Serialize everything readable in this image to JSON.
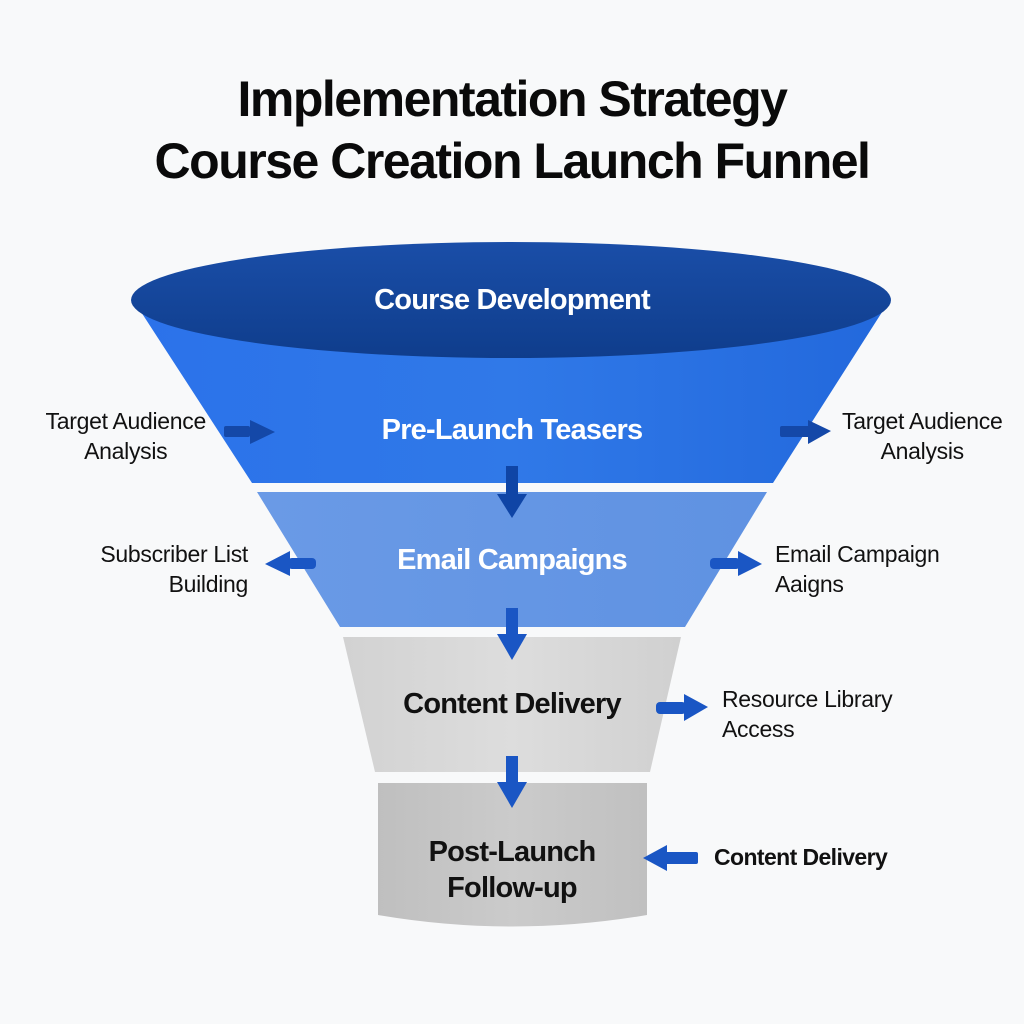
{
  "title": {
    "line1": "Implementation Strategy",
    "line2": "Course Creation Launch Funnel"
  },
  "colors": {
    "top_ellipse": "#15479f",
    "stage1": "#2a6fe4",
    "stage2": "#6b9be6",
    "stage3": "#d5d5d5",
    "stage4": "#c5c5c5",
    "arrow": "#1450b8"
  },
  "stages": [
    {
      "label": "Course Development"
    },
    {
      "label": "Pre-Launch Teasers"
    },
    {
      "label": "Email Campaigns"
    },
    {
      "label": "Content Delivery"
    },
    {
      "label": "Post-Launch Follow-up"
    }
  ],
  "side_labels": {
    "pre_launch_left": {
      "line1": "Target Audience",
      "line2": "Analysis",
      "arrow": "arrow-right-icon"
    },
    "pre_launch_right": {
      "line1": "Target Audience",
      "line2": "Analysis",
      "arrow": "arrow-right-icon"
    },
    "email_left": {
      "line1": "Subscriber List",
      "line2": "Building",
      "arrow": "arrow-left-icon"
    },
    "email_right": {
      "line1": "Email Campaign",
      "line2": "Aaigns",
      "arrow": "arrow-right-icon"
    },
    "content_right": {
      "line1": "Resource Library",
      "line2": "Access",
      "arrow": "arrow-right-icon"
    },
    "post_launch_right": {
      "line1": "Content Delivery",
      "arrow": "arrow-left-icon"
    }
  },
  "post_launch_lines": [
    "Post-Launch",
    "Follow-up"
  ]
}
